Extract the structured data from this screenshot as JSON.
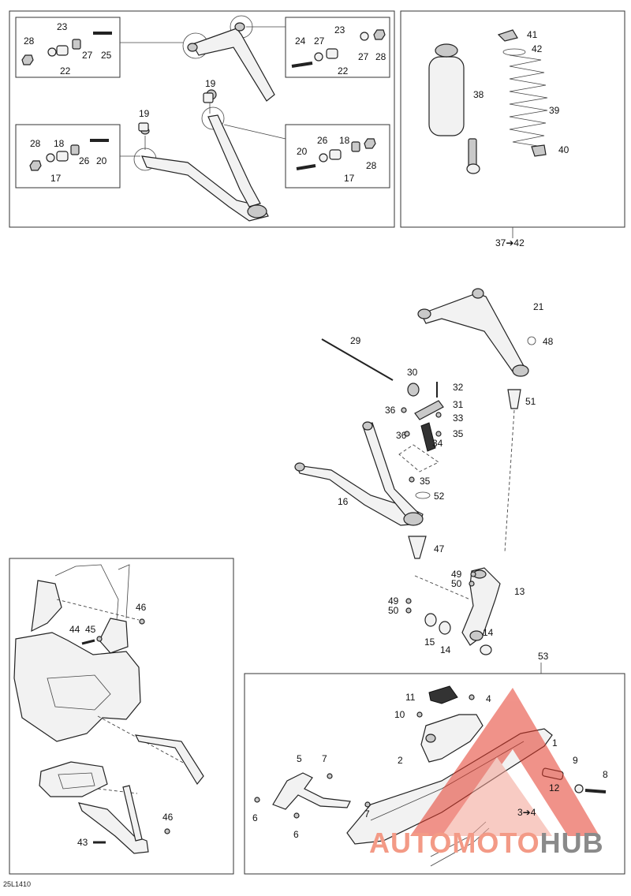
{
  "drawing_code": "25L1410",
  "watermark": {
    "left": "AUTOMOTO",
    "right": "HUB",
    "color": "#e53a2a"
  },
  "kit_refs": {
    "shock_kit": "37➔42",
    "ski_kit": "53",
    "wear_bar": "3➔4"
  },
  "callouts": {
    "upper_arm_left_kit": [
      "28",
      "23",
      "27",
      "25",
      "22"
    ],
    "upper_arm_right_kit": [
      "24",
      "27",
      "23",
      "27",
      "28",
      "22"
    ],
    "lower_arm_left_kit": [
      "28",
      "18",
      "26",
      "20",
      "17"
    ],
    "lower_arm_right_kit": [
      "20",
      "26",
      "18",
      "28",
      "17"
    ],
    "shim_19": "19",
    "shock": [
      "41",
      "42",
      "38",
      "39",
      "40"
    ],
    "main": [
      "21",
      "48",
      "29",
      "30",
      "32",
      "31",
      "33",
      "36",
      "34",
      "36",
      "35",
      "35",
      "51",
      "52",
      "16",
      "47",
      "49",
      "50",
      "13",
      "49",
      "50",
      "14",
      "15",
      "14"
    ],
    "frame": [
      "46",
      "44",
      "45",
      "43",
      "46"
    ],
    "ski": [
      "11",
      "4",
      "10",
      "1",
      "2",
      "9",
      "8",
      "12",
      "5",
      "7",
      "7",
      "6",
      "6"
    ]
  }
}
